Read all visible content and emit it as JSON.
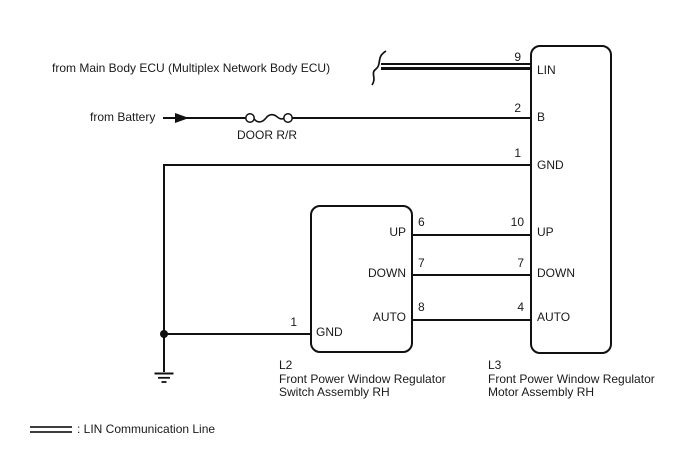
{
  "texts": {
    "main_ecu_source": "from Main Body ECU (Multiplex Network Body ECU)",
    "battery_source": "from Battery",
    "relay_label": "DOOR R/R"
  },
  "switch_assembly": {
    "id": "L2",
    "name_line1": "Front Power Window Regulator",
    "name_line2": "Switch Assembly RH",
    "pin_up": {
      "num": "6",
      "label": "UP"
    },
    "pin_down": {
      "num": "7",
      "label": "DOWN"
    },
    "pin_auto": {
      "num": "8",
      "label": "AUTO"
    },
    "pin_gnd": {
      "num": "1",
      "label": "GND"
    }
  },
  "motor_assembly": {
    "id": "L3",
    "name_line1": "Front Power Window Regulator",
    "name_line2": "Motor Assembly RH",
    "pin_lin": {
      "num": "9",
      "label": "LIN"
    },
    "pin_b": {
      "num": "2",
      "label": "B"
    },
    "pin_gnd": {
      "num": "1",
      "label": "GND"
    },
    "pin_up": {
      "num": "10",
      "label": "UP"
    },
    "pin_down": {
      "num": "7",
      "label": "DOWN"
    },
    "pin_auto": {
      "num": "4",
      "label": "AUTO"
    }
  },
  "legend": {
    "lin_line_label": ": LIN Communication Line"
  },
  "colors": {
    "wire": "#111111",
    "background": "#ffffff"
  }
}
